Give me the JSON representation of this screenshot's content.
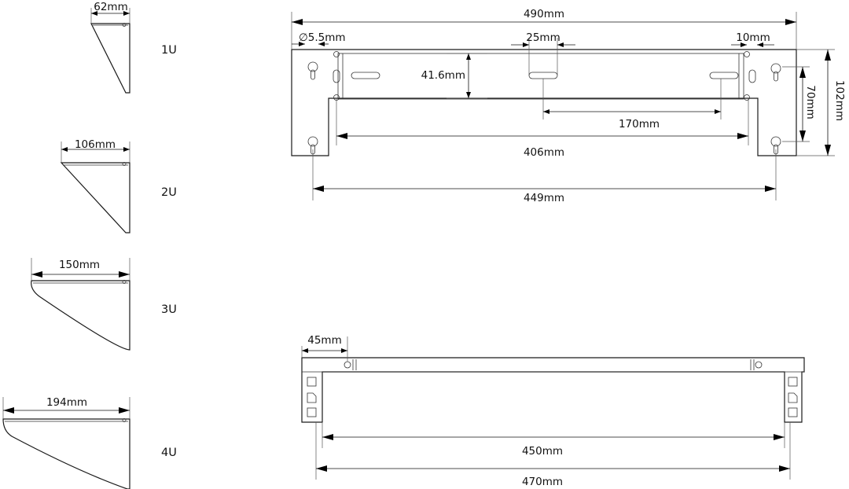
{
  "side_views": [
    {
      "u_label": "1U",
      "depth_label": "62mm"
    },
    {
      "u_label": "2U",
      "depth_label": "106mm"
    },
    {
      "u_label": "3U",
      "depth_label": "150mm"
    },
    {
      "u_label": "4U",
      "depth_label": "194mm"
    }
  ],
  "front_view": {
    "overall_width": "490mm",
    "hole_diameter": "∅5.5mm",
    "slot_length": "25mm",
    "edge_offset": "10mm",
    "slot_height": "41.6mm",
    "slot_spacing": "170mm",
    "inner_width": "406mm",
    "mount_hole_spacing": "449mm",
    "hole_vertical_spacing": "70mm",
    "overall_height": "102mm"
  },
  "top_view": {
    "flange_depth": "45mm",
    "inner_width": "450mm",
    "outer_width": "470mm"
  }
}
